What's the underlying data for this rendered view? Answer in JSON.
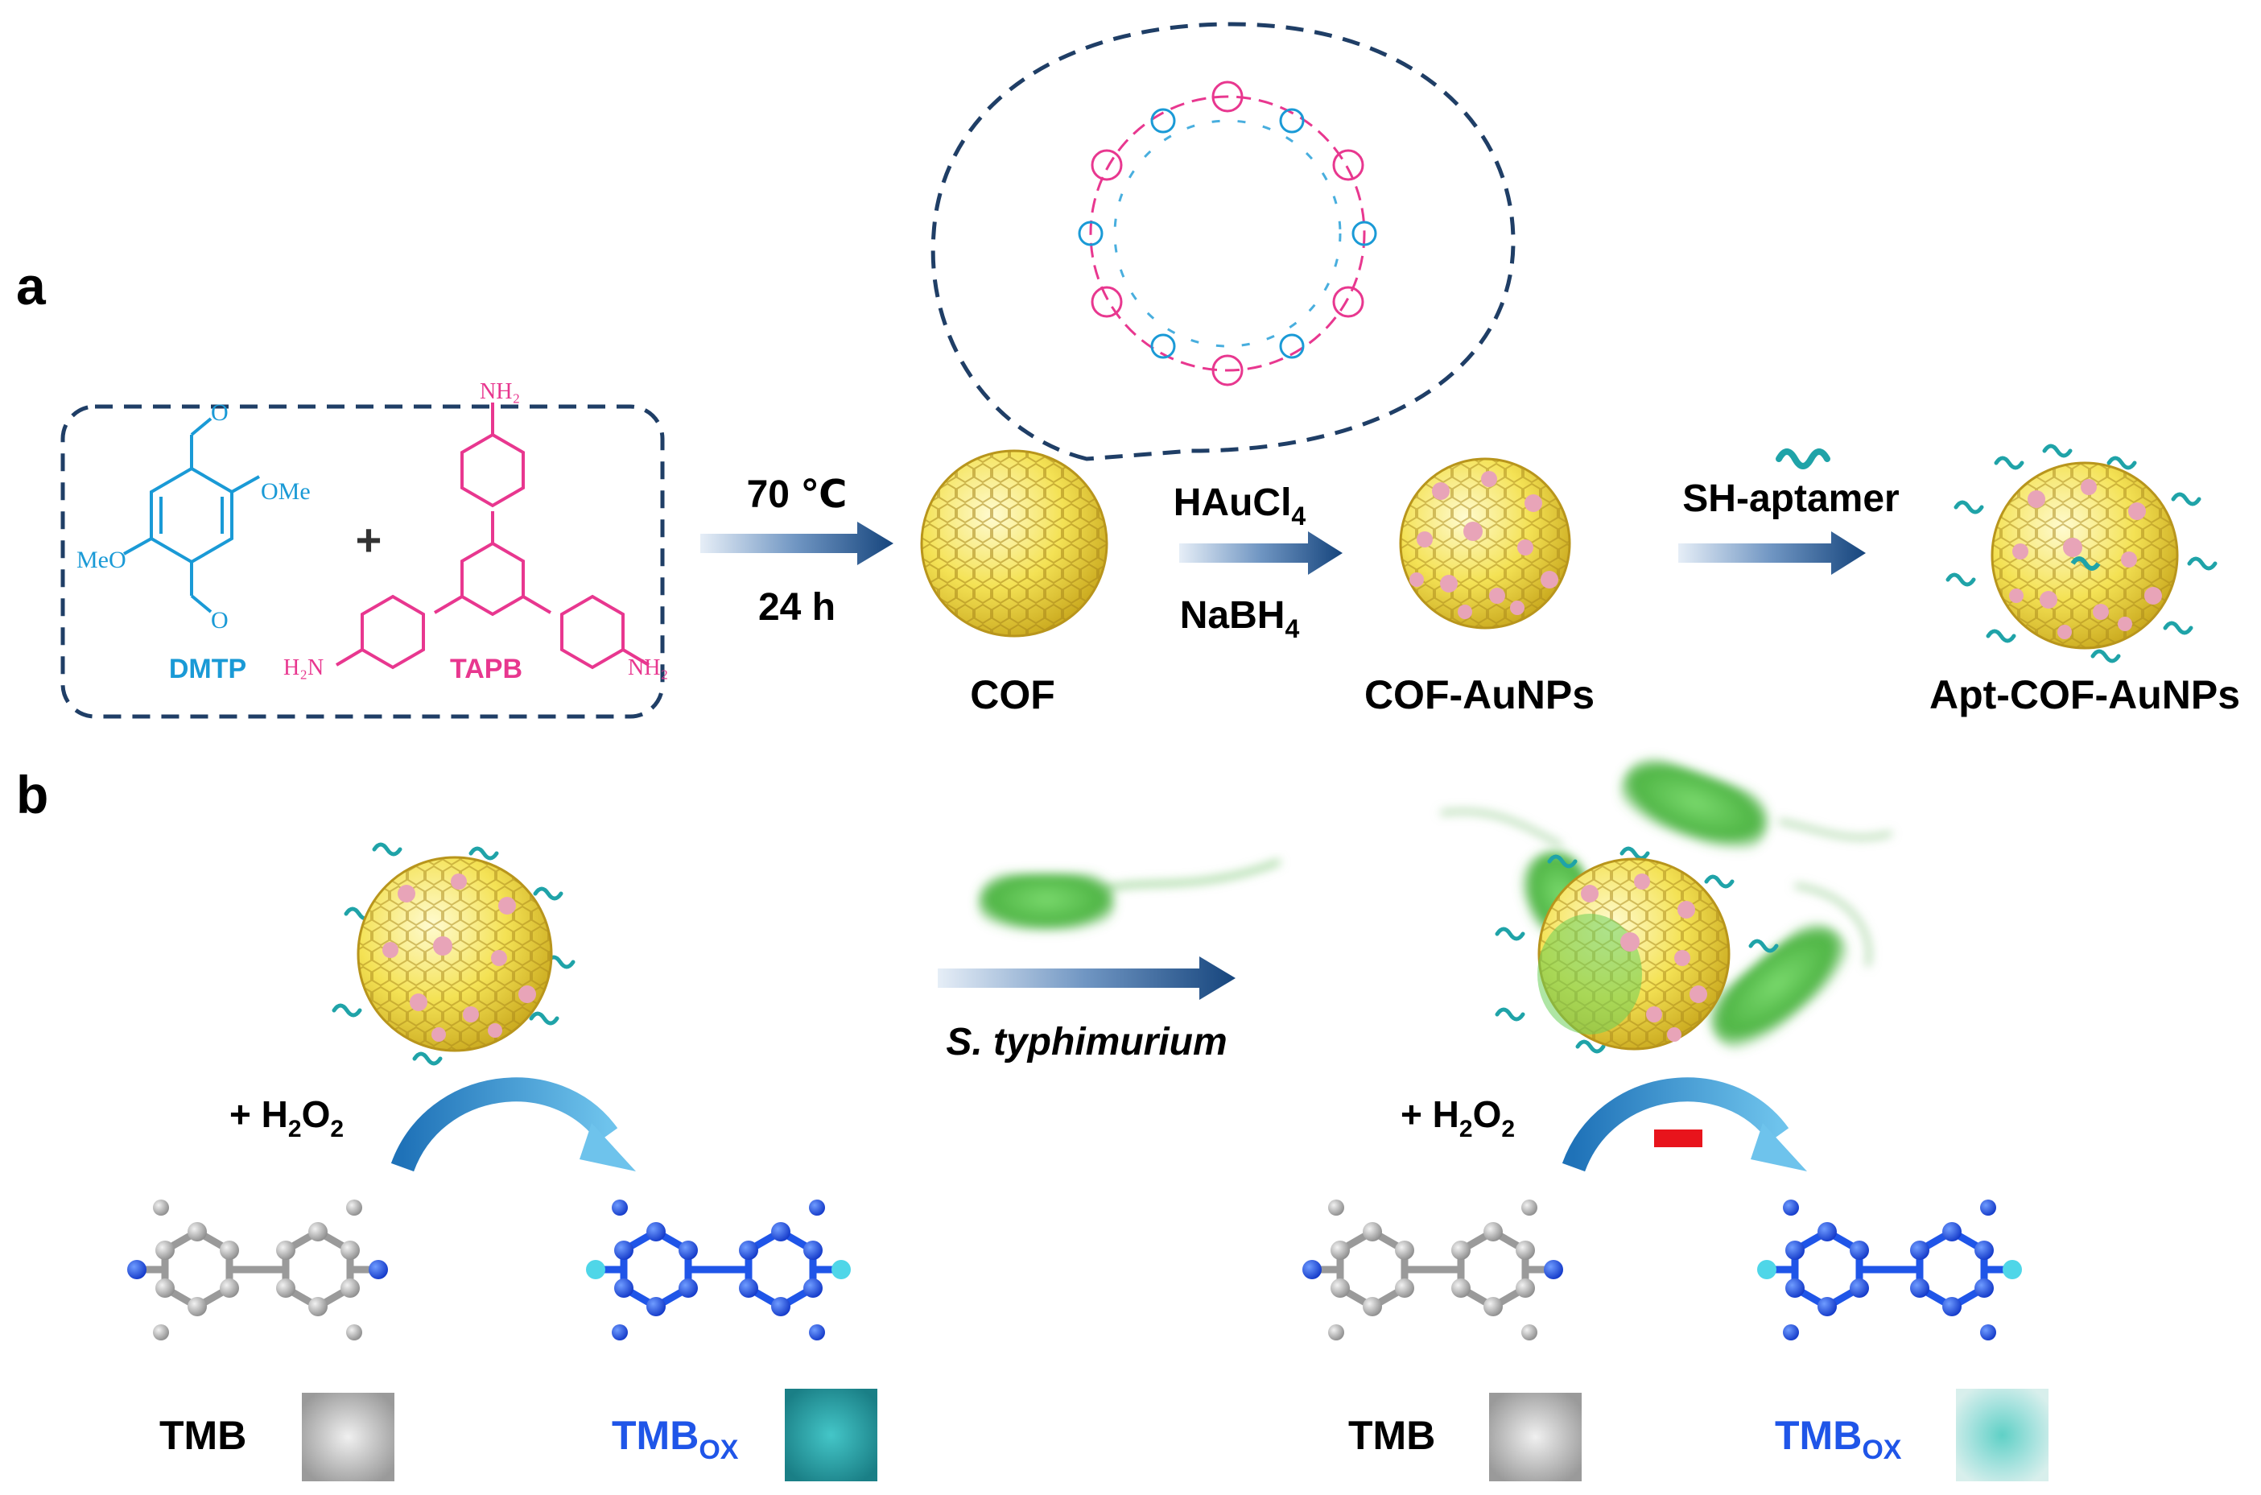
{
  "panel_a": {
    "letter": "a",
    "monomer1": {
      "name": "DMTP",
      "group_ome_top": "OMe",
      "group_ome_left": "MeO",
      "group_cho": "O"
    },
    "plus": "+",
    "monomer2": {
      "name": "TAPB",
      "amine_top": "NH₂",
      "amine_left": "H₂N",
      "amine_right": "NH₂"
    },
    "step1": {
      "top": "70 ℃",
      "bottom": "24 h"
    },
    "product1": "COF",
    "step2": {
      "top_main": "HAuCl",
      "top_sub": "4",
      "bottom_main": "NaBH",
      "bottom_sub": "4"
    },
    "product2": "COF-AuNPs",
    "step3": {
      "top": "SH-aptamer"
    },
    "product3": "Apt-COF-AuNPs"
  },
  "panel_b": {
    "letter": "b",
    "arrow_label": "S. typhimurium",
    "left": {
      "reagent_prefix": "+ H",
      "reagent_sub1": "2",
      "reagent_mid": "O",
      "reagent_sub2": "2",
      "substrate": "TMB",
      "product_main": "TMB",
      "product_sub": "OX"
    },
    "right": {
      "reagent_prefix": "+ H",
      "reagent_sub1": "2",
      "reagent_mid": "O",
      "reagent_sub2": "2",
      "substrate": "TMB",
      "product_main": "TMB",
      "product_sub": "OX"
    }
  },
  "colors": {
    "dmtp": "#1a9ad6",
    "tapb": "#e8378f",
    "cof_gold": "#f2dc3a",
    "au_np": "#e8a4b8",
    "aptamer": "#1fa3a8",
    "arrow_dark": "#1a4a82",
    "bacteria": "#5cc252",
    "tmb_ox": "#1f55e8",
    "inhibit": "#e8141c",
    "curved_arrow": "#2d8fd0"
  }
}
